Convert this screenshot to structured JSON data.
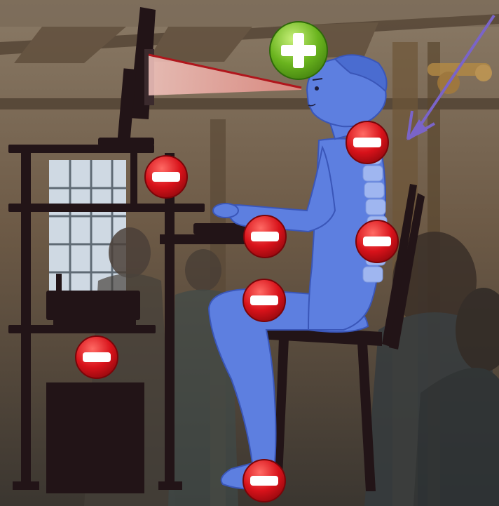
{
  "colors": {
    "background_wall": "#6b5a48",
    "furniture": "#221417",
    "figure_fill": "#5d7fe0",
    "figure_stroke": "#3a56b8",
    "spine": "#9fb6f0",
    "sightline": "#f3b5ae",
    "sightline_edge": "#b0161c",
    "arrow": "#7a64c8",
    "negative_badge": "#d8121a",
    "positive_badge": "#6ab41e"
  },
  "icons": {
    "positive": "plus-circle-icon",
    "negative": "minus-circle-icon",
    "pointer": "arrow-icon"
  },
  "markers": [
    {
      "name": "eye-level-good",
      "kind": "positive"
    },
    {
      "name": "upper-back",
      "kind": "negative"
    },
    {
      "name": "monitor-stand",
      "kind": "negative"
    },
    {
      "name": "keyboard-height",
      "kind": "negative"
    },
    {
      "name": "lower-back",
      "kind": "negative"
    },
    {
      "name": "thigh-angle",
      "kind": "negative"
    },
    {
      "name": "pc-tower",
      "kind": "negative"
    },
    {
      "name": "feet",
      "kind": "negative"
    }
  ]
}
